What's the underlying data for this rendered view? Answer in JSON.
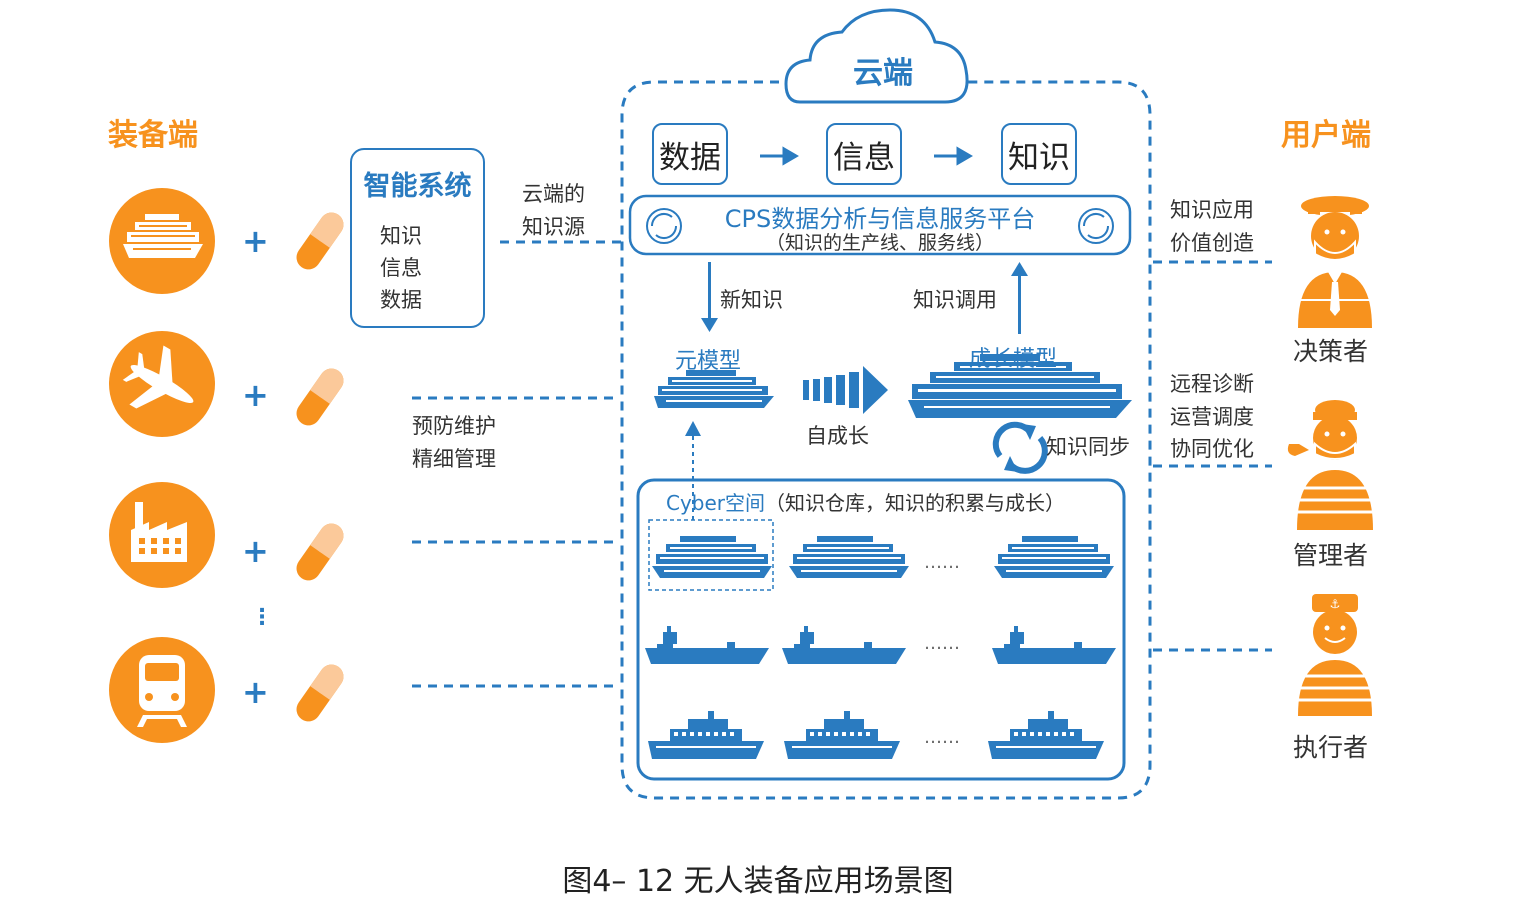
{
  "left": {
    "title": "装备端",
    "smart_system": {
      "title": "智能系统",
      "levels": [
        "知识",
        "信息",
        "数据"
      ]
    },
    "link_label": [
      "云端的",
      "知识源"
    ],
    "maintenance_label": [
      "预防维护",
      "精细管理"
    ],
    "icons": [
      "cruise-ship-icon",
      "airplane-icon",
      "factory-icon",
      "train-icon"
    ],
    "vertical_dots": "⋮"
  },
  "cloud": {
    "title": "云端",
    "pipeline": [
      "数据",
      "信息",
      "知识"
    ],
    "platform_title": "CPS数据分析与信息服务平台",
    "platform_subtitle": "（知识的生产线、服务线）",
    "new_knowledge": "新知识",
    "knowledge_call": "知识调用",
    "meta_model": "元模型",
    "growth_model": "成长模型",
    "self_growth": "自成长",
    "knowledge_sync": "知识同步",
    "cyber_title": "Cyber空间",
    "cyber_subtitle": "（知识仓库，知识的积累与成长）",
    "ellipsis": "……"
  },
  "right": {
    "title": "用户端",
    "value_label": [
      "知识应用",
      "价值创造"
    ],
    "ops_label": [
      "远程诊断",
      "运营调度",
      "协同优化"
    ],
    "roles": [
      "决策者",
      "管理者",
      "执行者"
    ]
  },
  "caption": "图4– 12 无人装备应用场景图",
  "colors": {
    "orange": "#F7921E",
    "blue": "#2A7BC0"
  }
}
